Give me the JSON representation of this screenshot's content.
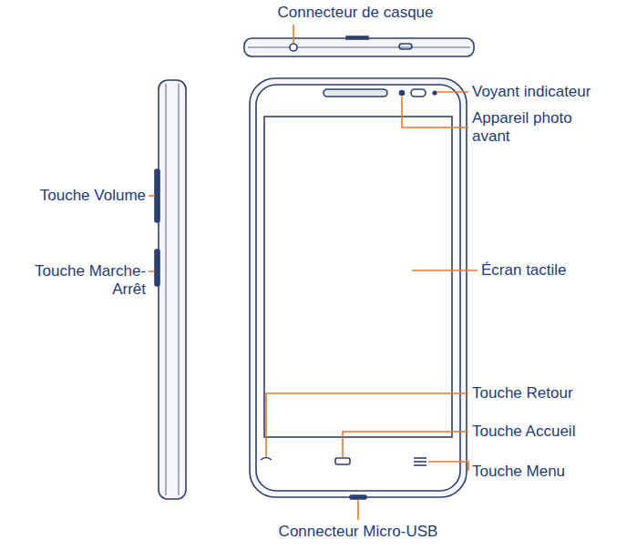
{
  "diagram": {
    "labels": [
      "Connecteur de casque",
      "Voyant indicateur",
      "Appareil photo avant",
      "Touche Volume",
      "Touche Marche-Arrêt",
      "Écran tactile",
      "Touche Retour",
      "Touche Accueil",
      "Touche Menu",
      "Connecteur Micro-USB"
    ]
  }
}
